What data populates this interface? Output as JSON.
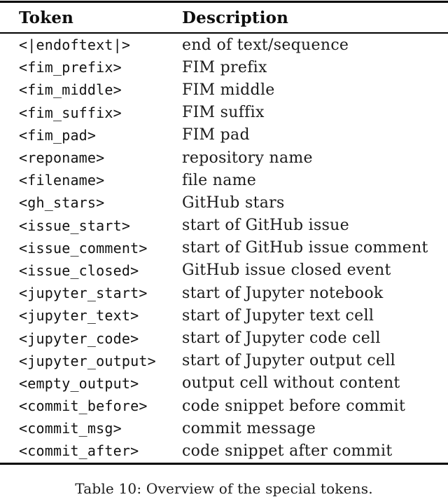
{
  "table": {
    "headers": [
      "Token",
      "Description"
    ],
    "rows": [
      {
        "token": "<|endoftext|>",
        "description": "end of text/sequence"
      },
      {
        "token": "<fim_prefix>",
        "description": "FIM prefix"
      },
      {
        "token": "<fim_middle>",
        "description": "FIM middle"
      },
      {
        "token": "<fim_suffix>",
        "description": "FIM suffix"
      },
      {
        "token": "<fim_pad>",
        "description": "FIM pad"
      },
      {
        "token": "<reponame>",
        "description": "repository name"
      },
      {
        "token": "<filename>",
        "description": "file name"
      },
      {
        "token": "<gh_stars>",
        "description": "GitHub stars"
      },
      {
        "token": "<issue_start>",
        "description": "start of GitHub issue"
      },
      {
        "token": "<issue_comment>",
        "description": "start of GitHub issue comment"
      },
      {
        "token": "<issue_closed>",
        "description": "GitHub issue closed event"
      },
      {
        "token": "<jupyter_start>",
        "description": "start of Jupyter notebook"
      },
      {
        "token": "<jupyter_text>",
        "description": "start of Jupyter text cell"
      },
      {
        "token": "<jupyter_code>",
        "description": "start of Jupyter code cell"
      },
      {
        "token": "<jupyter_output>",
        "description": "start of Jupyter output cell"
      },
      {
        "token": "<empty_output>",
        "description": "output cell without content"
      },
      {
        "token": "<commit_before>",
        "description": "code snippet before commit"
      },
      {
        "token": "<commit_msg>",
        "description": "commit message"
      },
      {
        "token": "<commit_after>",
        "description": "code snippet after commit"
      }
    ]
  },
  "caption": {
    "text": "Table 10: Overview of the special tokens."
  },
  "colors": {
    "background": "#ffffff",
    "text": "#141414",
    "rule": "#000000"
  }
}
